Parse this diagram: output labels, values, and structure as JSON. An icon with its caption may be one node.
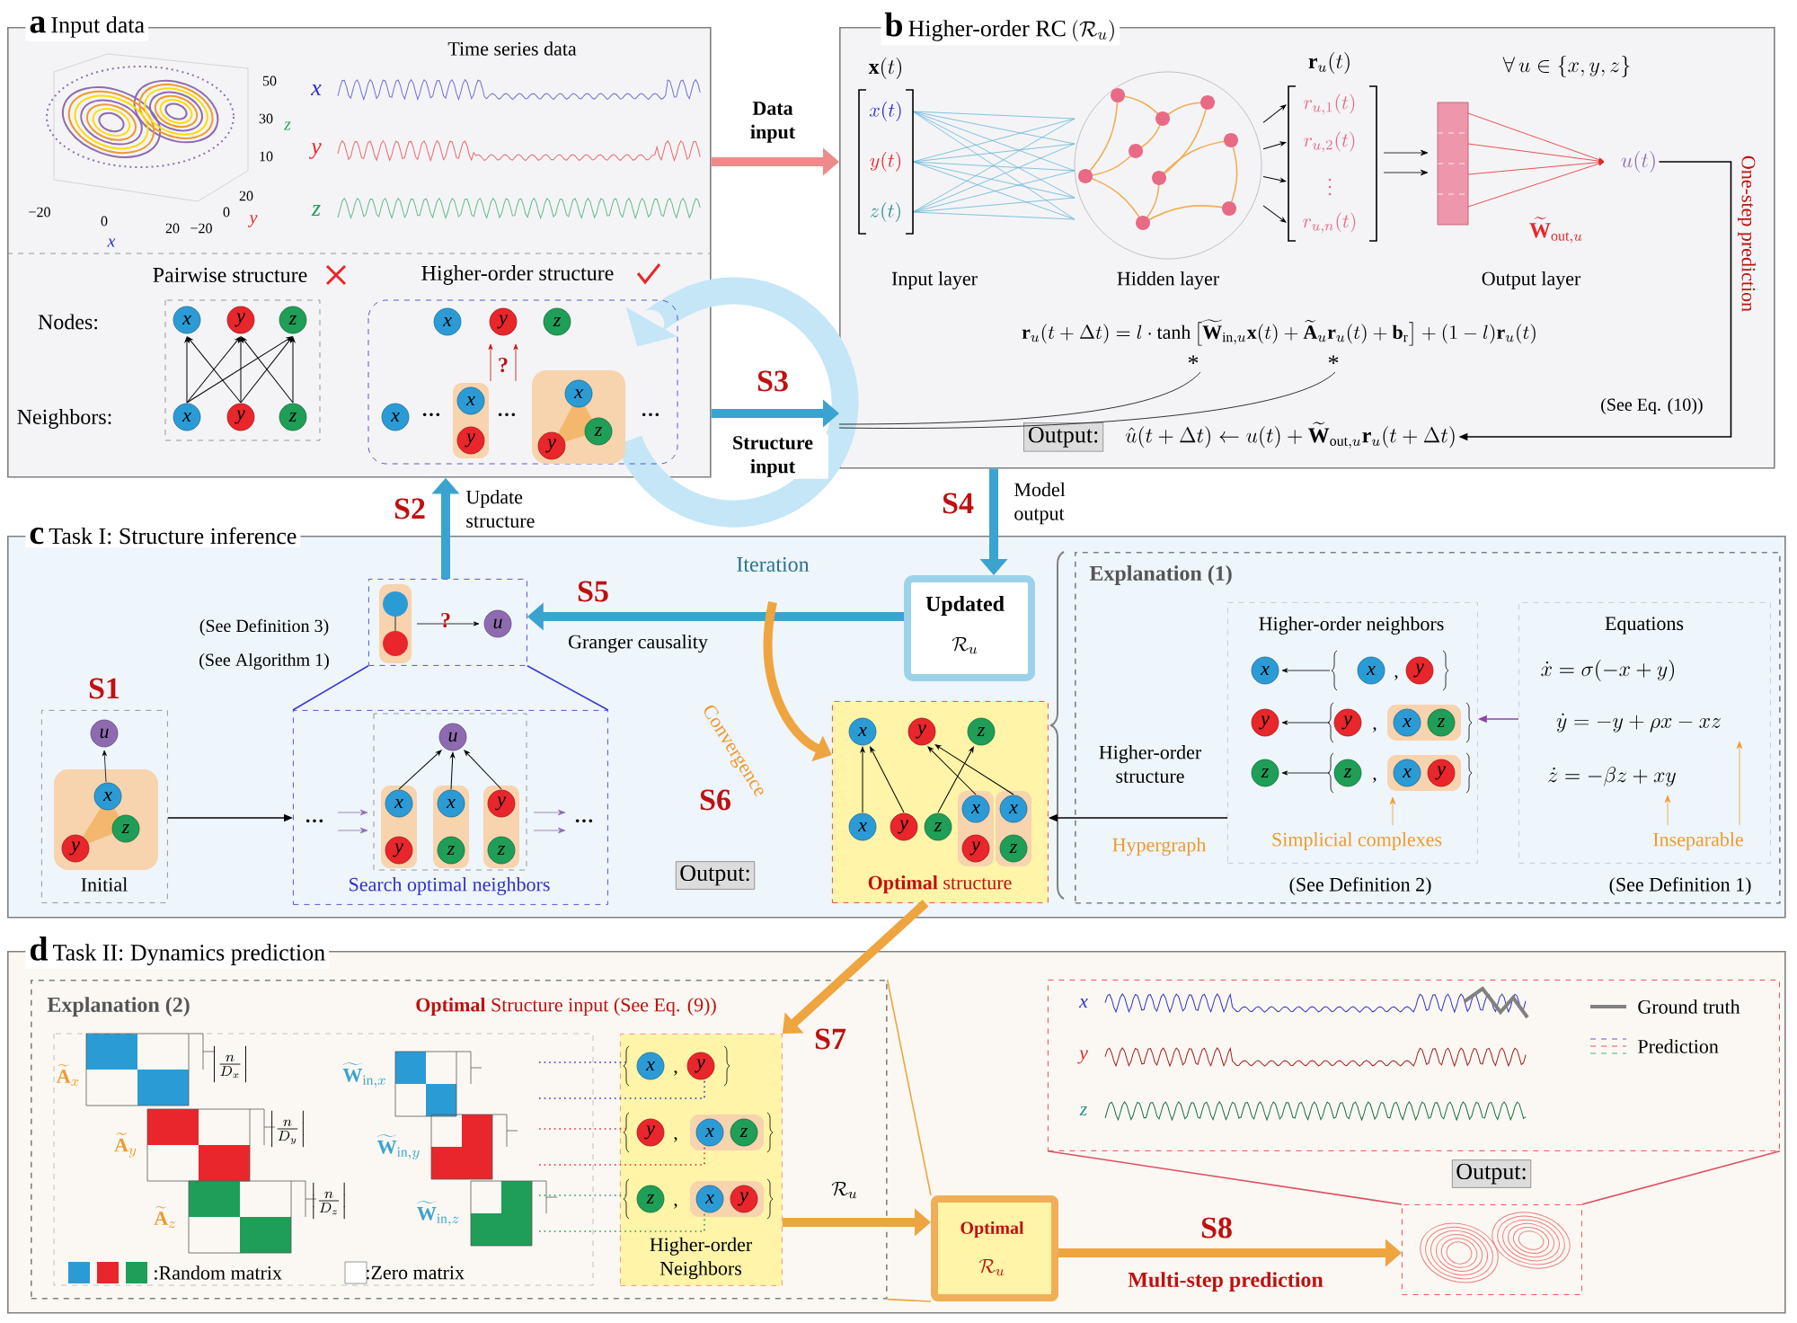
{
  "diagram": {
    "nodes": [
      {
        "text": [
          "a",
          "Input data"
        ]
      },
      {
        "text": [
          "b",
          "Higher-order RC",
          "(\\mathcal{R}_u)"
        ]
      },
      {
        "text": [
          "c",
          "Task I: Structure inference"
        ]
      },
      {
        "text": [
          "d",
          "Task II: Dynamics prediction"
        ]
      },
      {
        "text": [],
        "shape": "box",
        "in": 2
      },
      {
        "text": [
          "Updated",
          "\\mathcal{R}_u"
        ],
        "in": 2
      },
      {
        "text": [
          "Initial"
        ],
        "in": 2
      },
      {
        "text": [
          "Search optimal neighbors"
        ],
        "in": 2
      },
      {
        "text": [
          "**Optimal** structure"
        ],
        "in": 2
      },
      {
        "text": [
          "Explanation (1)"
        ],
        "in": 2
      },
      {
        "text": [
          "Higher-order neighbors"
        ],
        "beside": [
          "(See Definition 2)"
        ],
        "in": 9
      },
      {
        "text": [
          "Equations"
        ],
        "beside": [
          "(See Definition 1)"
        ],
        "in": 9
      },
      {
        "text": [
          "Explanation (2)"
        ],
        "in": 3
      },
      {
        "text": [
          "Higher-order Neighbors"
        ],
        "in": 12
      },
      {
        "text": [
          "Optimal",
          "\\mathcal{R}_u"
        ],
        "in": 3
      },
      {
        "text": [],
        "shape": "box",
        "in": 3
      },
      {
        "text": [],
        "shape": "picture",
        "in": 3
      },
      {
        "text": [
          "u(t)"
        ],
        "in": 1
      },
      {
        "text": [
          "Output:",
          "\\hat{u}(t+\\Delta t) \\leftarrow u(t) + \\widetilde{\\mathbf{W}}_{\\mathrm{out},u}\\mathbf{r}_u(t+\\Delta t)"
        ],
        "in": 1
      },
      {
        "text": [
          "Output:"
        ],
        "in": 2
      },
      {
        "text": [
          "Output:"
        ],
        "in": 3
      }
    ],
    "edges": [
      {
        "from": 0,
        "to": 1,
        "arrow": "to",
        "label": "Data input",
        "style": "thick",
        "color": "#f08a8a"
      },
      {
        "from": 0,
        "to": 1,
        "arrow": "to",
        "label": "Structure input",
        "style": "thick",
        "color": "#3ba3cf"
      },
      {
        "from": 1,
        "to": 5,
        "arrow": "to",
        "label": "Model output",
        "style": "thick",
        "color": "#3ba3cf"
      },
      {
        "from": 5,
        "to": 4,
        "arrow": "to",
        "label": "Granger causality",
        "style": "thick",
        "color": "#3ba3cf"
      },
      {
        "from": 4,
        "to": 0,
        "arrow": "to",
        "label": "Update structure",
        "style": "thick",
        "color": "#3ba3cf"
      },
      {
        "from": 6,
        "to": 7,
        "arrow": "to",
        "color": "#000000"
      },
      {
        "from": null,
        "to": 8,
        "arrow": "to",
        "label": "Convergence",
        "style": "thick",
        "color": "#eea540"
      },
      {
        "from": 10,
        "to": 8,
        "arrow": "to",
        "label": "Higher-order structure",
        "color": "#000000"
      },
      {
        "from": 11,
        "to": 10,
        "arrow": "to",
        "color": "#8e44ad"
      },
      {
        "from": 8,
        "to": 13,
        "arrow": "to",
        "style": "thick",
        "color": "#eea540"
      },
      {
        "from": 13,
        "to": 14,
        "arrow": "to",
        "label": "\\mathcal{R}_u",
        "style": "thick",
        "color": "#eea540"
      },
      {
        "from": 14,
        "to": 16,
        "arrow": "to",
        "label": "Multi-step prediction",
        "style": "thick",
        "color": "#eea540"
      },
      {
        "from": 12,
        "to": 14,
        "arrow": "none",
        "color": "#eea540"
      },
      {
        "from": 12,
        "to": 14,
        "arrow": "none",
        "color": "#eea540"
      },
      {
        "from": 16,
        "to": 15,
        "arrow": "none",
        "color": "#e05060"
      },
      {
        "from": 16,
        "to": 15,
        "arrow": "none",
        "color": "#e05060"
      },
      {
        "from": 4,
        "to": 7,
        "arrow": "none",
        "color": "#3a3ad0"
      },
      {
        "from": 4,
        "to": 7,
        "arrow": "none",
        "color": "#3a3ad0"
      },
      {
        "from": 17,
        "to": 18,
        "arrow": "to",
        "label": "One-step prediction",
        "color": "#000000"
      }
    ],
    "labels": [
      "Time series data",
      "x",
      "y",
      "z",
      "50",
      "30",
      "z",
      "10",
      "−20",
      "0",
      "20",
      "x",
      "20",
      "0",
      "−20",
      "y",
      "Pairwise structure",
      "Higher-order structure",
      "Nodes:",
      "Neighbors:",
      "x",
      "y",
      "z",
      "x",
      "y",
      "z",
      "x",
      "y",
      "z",
      "?",
      "x",
      "···",
      "x",
      "y",
      "···",
      "x",
      "z",
      "y",
      "···",
      "S3",
      "\\mathbf{x}(t)",
      "x(t)",
      "y(t)",
      "z(t)",
      "\\mathbf{r}_u(t)",
      "r_{u,1}(t)",
      "r_{u,2}(t)",
      "\\vdots",
      "r_{u,n}(t)",
      "\\forall\\, u \\in \\{x, y, z\\}",
      "\\widetilde{\\mathbf{W}}_{\\mathrm{out},u}",
      "Input layer",
      "Hidden layer",
      "Output layer",
      "\\mathbf{r}_u(t+\\Delta t) = l \\cdot \\tanh\\big[\\widetilde{\\mathbf{W}}_{\\mathrm{in},u}\\mathbf{x}(t) + \\widetilde{\\mathbf{A}}_u\\mathbf{r}_u(t) + \\mathbf{b}_\\mathrm{r}\\big] + (1-l)\\mathbf{r}_u(t)",
      "*",
      "*",
      "(See Eq. (10))",
      "S4",
      "Iteration",
      "S2",
      "S5",
      "?",
      "u",
      "(See Definition 3)",
      "(See Algorithm 1)",
      "S1",
      "u",
      "x",
      "z",
      "y",
      "···",
      "u",
      "x",
      "y",
      "x",
      "z",
      "y",
      "z",
      "···",
      "S6",
      "x",
      "y",
      "z",
      "x",
      "y",
      "z",
      "x",
      "y",
      "x",
      "z",
      "Hypergraph",
      "x",
      "x",
      ",",
      "y",
      "y",
      "y",
      ",",
      "x",
      "z",
      "z",
      "z",
      ",",
      "x",
      "y",
      "Simplicial complexes",
      "\\dot{x} = \\sigma(-x+y)",
      "\\dot{y} = -y + \\rho x - xz",
      "\\dot{z} = -\\beta z + xy",
      "Inseparable",
      "**Optimal** Structure input (See Eq. (9))",
      "\\widetilde{\\mathbf{A}}_x",
      "\\left|\\frac{n}{D_x}\\right|",
      "\\widetilde{\\mathbf{A}}_y",
      "\\left|\\frac{n}{D_y}\\right|",
      "\\widetilde{\\mathbf{A}}_z",
      "\\left|\\frac{n}{D_z}\\right|",
      "\\widetilde{\\mathbf{W}}_{\\mathrm{in},x}",
      "\\widetilde{\\mathbf{W}}_{\\mathrm{in},y}",
      "\\widetilde{\\mathbf{W}}_{\\mathrm{in},z}",
      "x",
      ",",
      "y",
      "y",
      ",",
      "x",
      "z",
      "z",
      ",",
      "x",
      "y",
      "S7",
      "S8",
      "x",
      "y",
      "z"
    ],
    "legend": [
      {
        "text": "Ground truth"
      },
      {
        "text": "Prediction"
      },
      {
        "text": ":Random matrix"
      },
      {
        "text": ":Zero matrix",
        "color": "#ffffff"
      }
    ]
  }
}
